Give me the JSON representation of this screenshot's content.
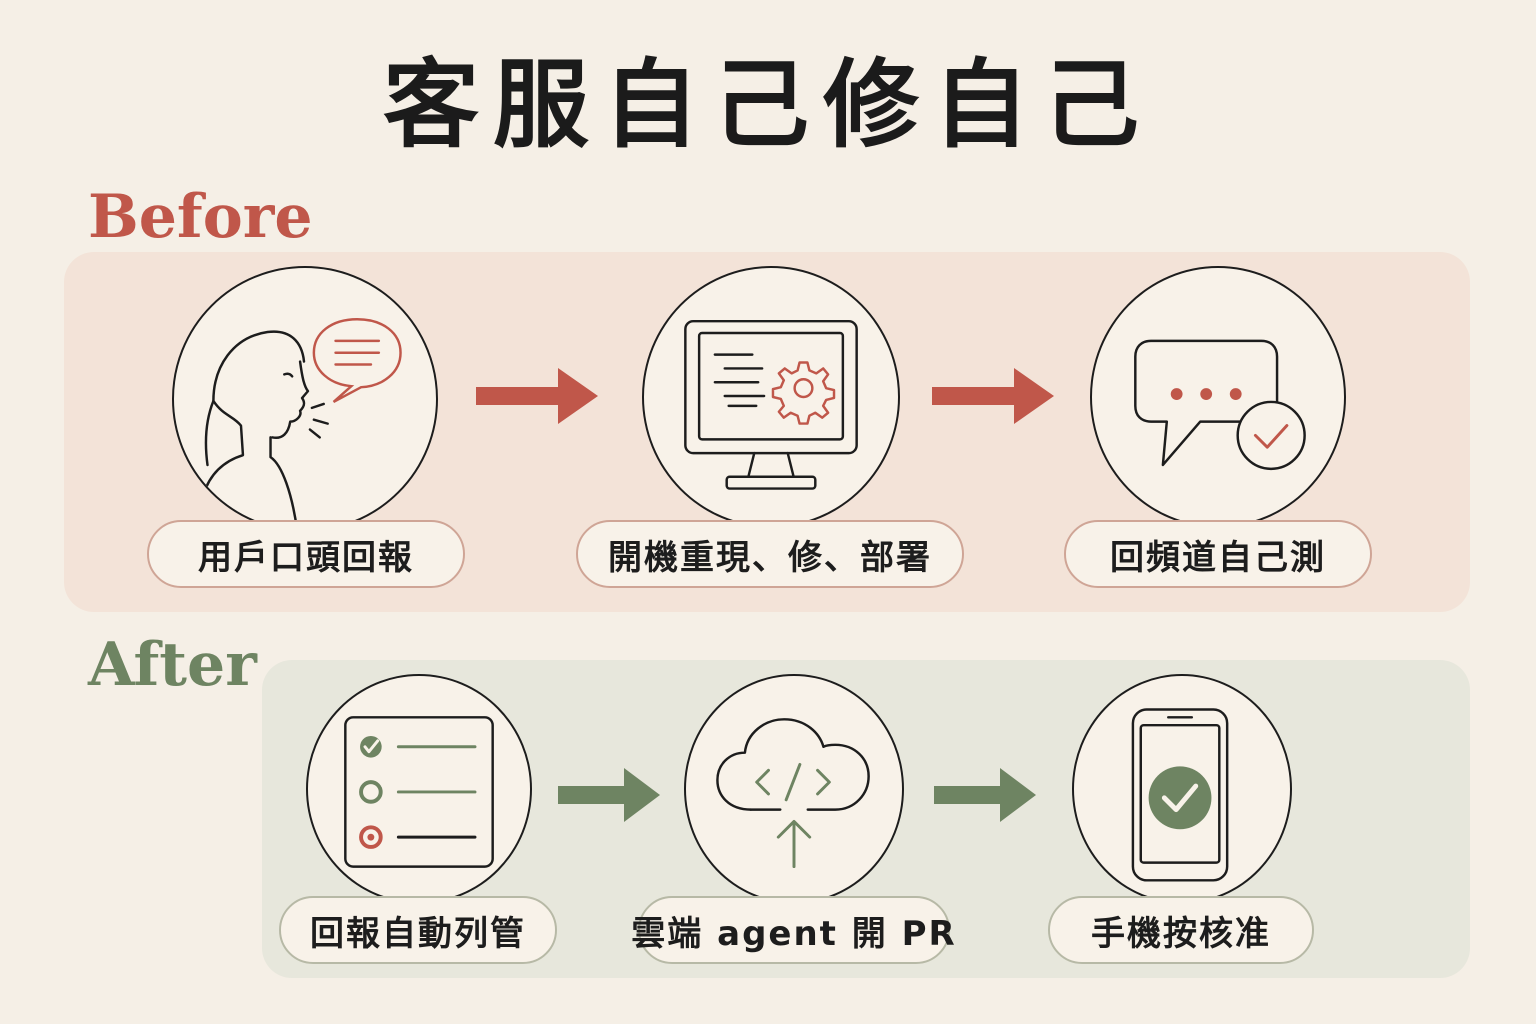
{
  "title": "客服自己修自己",
  "before": {
    "label": "Before",
    "steps": [
      {
        "label": "用戶口頭回報",
        "icon": "speaking-person-icon"
      },
      {
        "label": "開機重現、修、部署",
        "icon": "computer-settings-icon"
      },
      {
        "label": "回頻道自己測",
        "icon": "chat-check-icon"
      }
    ]
  },
  "after": {
    "label": "After",
    "steps": [
      {
        "label": "回報自動列管",
        "icon": "checklist-icon"
      },
      {
        "label": "雲端 agent 開 PR",
        "icon": "cloud-code-icon"
      },
      {
        "label": "手機按核准",
        "icon": "phone-check-icon"
      }
    ]
  },
  "colors": {
    "before_accent": "#c0574a",
    "after_accent": "#6e8462",
    "before_panel": "#f3e3d8",
    "after_panel": "#e7e7dc",
    "background": "#f5efe6"
  }
}
